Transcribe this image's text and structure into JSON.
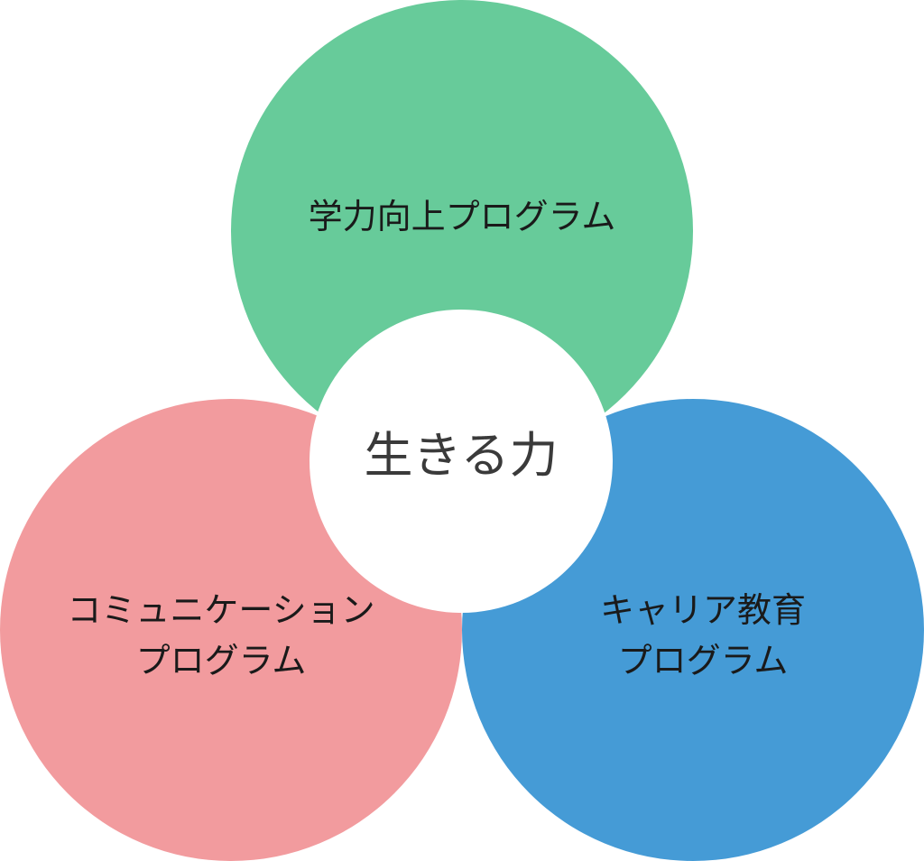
{
  "diagram": {
    "colors": {
      "top": "#67CB9A",
      "left": "#F29B9E",
      "right": "#459BD6",
      "center": "#FFFFFF"
    },
    "top": {
      "label": "学力向上プログラム"
    },
    "left": {
      "line1": "コミュニケーション",
      "line2": "プログラム"
    },
    "right": {
      "line1": "キャリア教育",
      "line2": "プログラム"
    },
    "center": {
      "label": "生きる力"
    }
  }
}
